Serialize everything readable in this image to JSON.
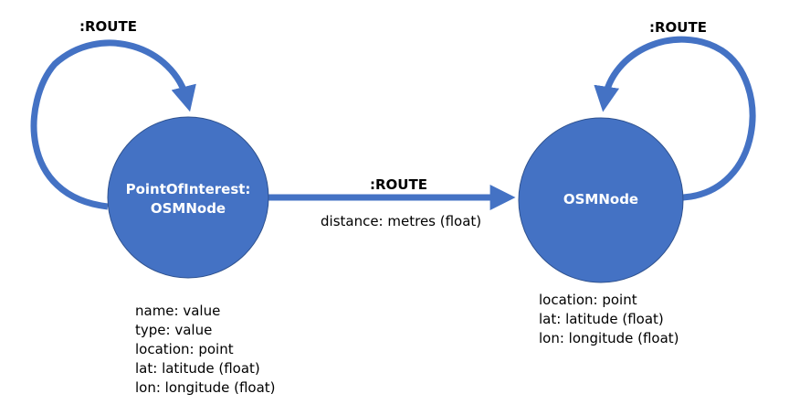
{
  "colors": {
    "node": "#4472c4",
    "edge": "#4472c4",
    "text": "#000000",
    "node_text": "#ffffff"
  },
  "left_node": {
    "line1": "PointOfInterest:",
    "line2": "OSMNode",
    "properties": [
      "name: value",
      "type: value",
      "location: point",
      "lat: latitude (float)",
      "lon: longitude (float)"
    ]
  },
  "right_node": {
    "label": "OSMNode",
    "properties": [
      "location: point",
      "lat: latitude (float)",
      "lon: longitude (float)"
    ]
  },
  "edges": {
    "left_loop_label": ":ROUTE",
    "right_loop_label": ":ROUTE",
    "main_label": ":ROUTE",
    "main_property": "distance: metres (float)"
  }
}
